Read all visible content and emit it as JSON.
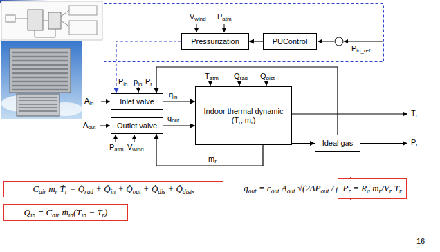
{
  "diagram": {
    "nodes": [
      {
        "text": [
          "Pressurization"
        ]
      },
      {
        "text": [
          "PUControl"
        ]
      },
      {
        "text": [
          "Inlet valve"
        ]
      },
      {
        "text": [
          "Outlet valve"
        ]
      },
      {
        "text": [
          "Indoor thermal dynamic",
          "(Tr, mr)"
        ]
      },
      {
        "text": [
          "Ideal gas"
        ]
      },
      {
        "text": [
          "Cair mr Ṫr = Q̇rad + Q̇in + Q̇out + Q̇dis + Q̇dist,"
        ]
      },
      {
        "text": [
          "qout = cout Aout √(2ΔPout / ρr)"
        ]
      },
      {
        "text": [
          "Pr = Ra mr/Vr Tr"
        ]
      },
      {
        "text": [
          "Q̇in = Cair ṁin(Tin − Tr)"
        ]
      }
    ],
    "edges": [
      {
        "from": 1,
        "to": 0,
        "arrow": "to"
      },
      {
        "from": 0,
        "to": 2,
        "arrow": "to"
      },
      {
        "from": 2,
        "to": 4,
        "label": "qin",
        "arrow": "to"
      },
      {
        "from": 3,
        "to": 4,
        "label": "qout",
        "arrow": "to"
      },
      {
        "from": 4,
        "to": 5,
        "arrow": "to"
      },
      {
        "from": 5,
        "to": 2,
        "arrow": "to"
      },
      {
        "from": 4,
        "to": 3,
        "label": "mr",
        "arrow": "to"
      }
    ],
    "labels": [
      "Vwind",
      "Patm",
      "Pin_ref",
      "Pin",
      "pin",
      "Pr",
      "Ain",
      "Aout",
      "Tatm",
      "Qrad",
      "Qdist",
      "Tr",
      "Pr",
      "Patm",
      "Vwind",
      "16"
    ]
  }
}
